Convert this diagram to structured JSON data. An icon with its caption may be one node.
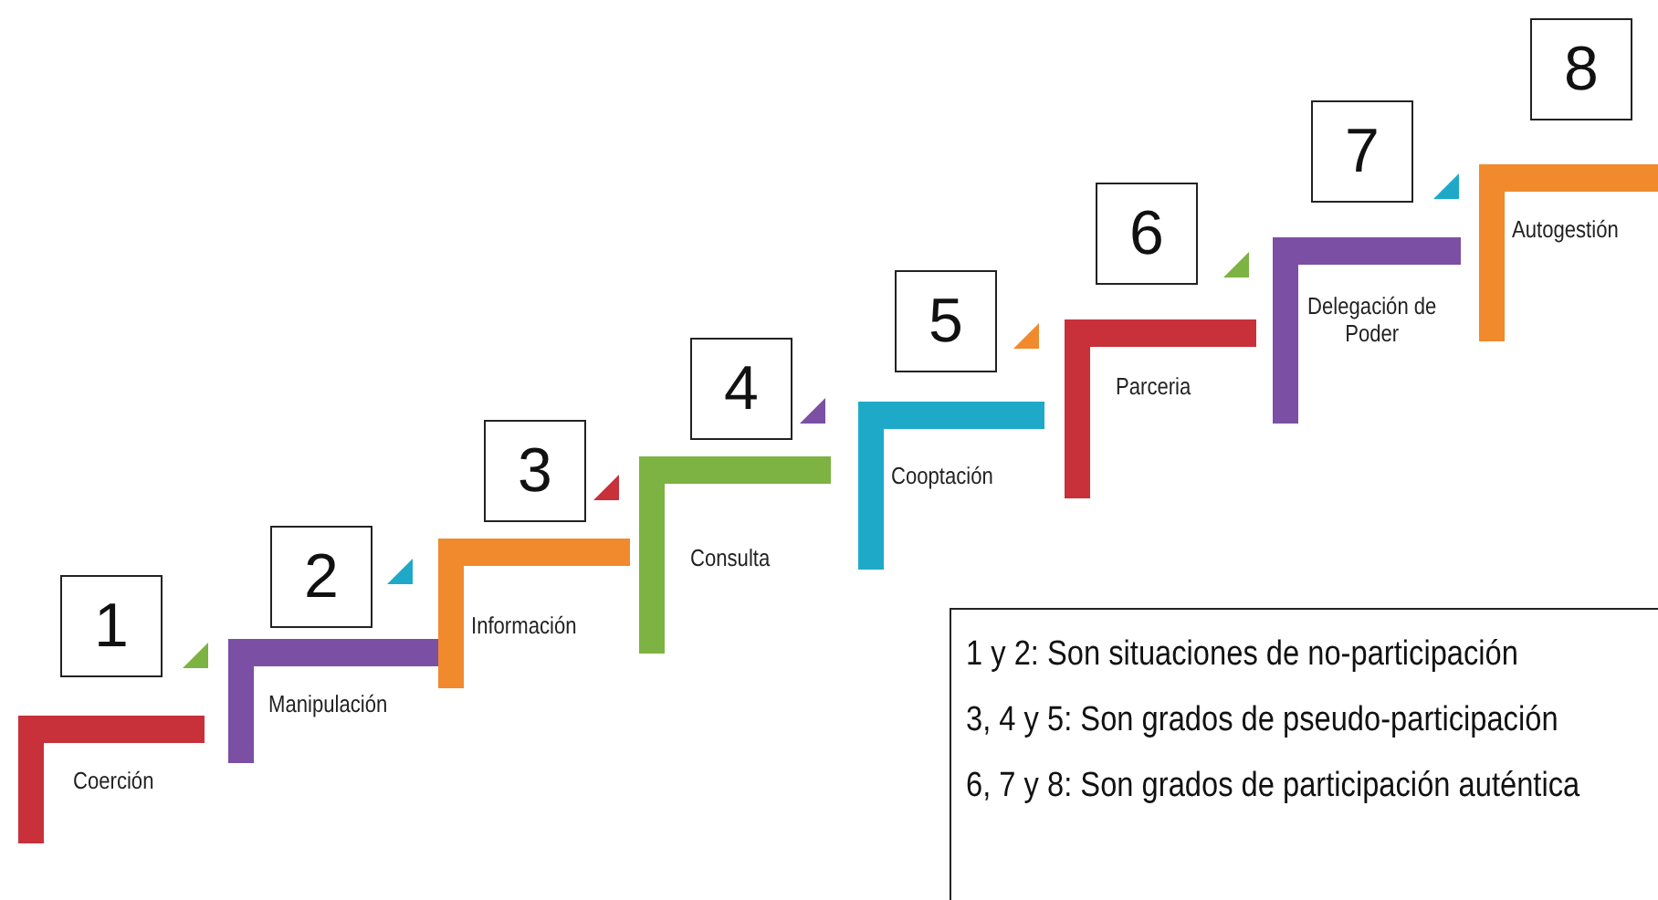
{
  "diagram": {
    "nodes": [
      {
        "text": [
          "1"
        ]
      },
      {
        "text": [
          "Coerción"
        ]
      },
      {
        "text": [
          "2"
        ]
      },
      {
        "text": [
          "Manipulación"
        ]
      },
      {
        "text": [
          "3"
        ]
      },
      {
        "text": [
          "Información"
        ]
      },
      {
        "text": [
          "4"
        ]
      },
      {
        "text": [
          "Consulta"
        ]
      },
      {
        "text": [
          "5"
        ]
      },
      {
        "text": [
          "Cooptación"
        ]
      },
      {
        "text": [
          "6"
        ]
      },
      {
        "text": [
          "Parceria"
        ]
      },
      {
        "text": [
          "7"
        ]
      },
      {
        "text": [
          "Delegación de Poder"
        ]
      },
      {
        "text": [
          "8"
        ]
      },
      {
        "text": [
          "Autogestión"
        ]
      },
      {
        "text": [
          "1 y 2: Son situaciones de no-participación",
          "3, 4 y 5:  Son grados de pseudo-participación",
          "6, 7 y 8: Son grados de participación auténtica"
        ]
      }
    ]
  }
}
